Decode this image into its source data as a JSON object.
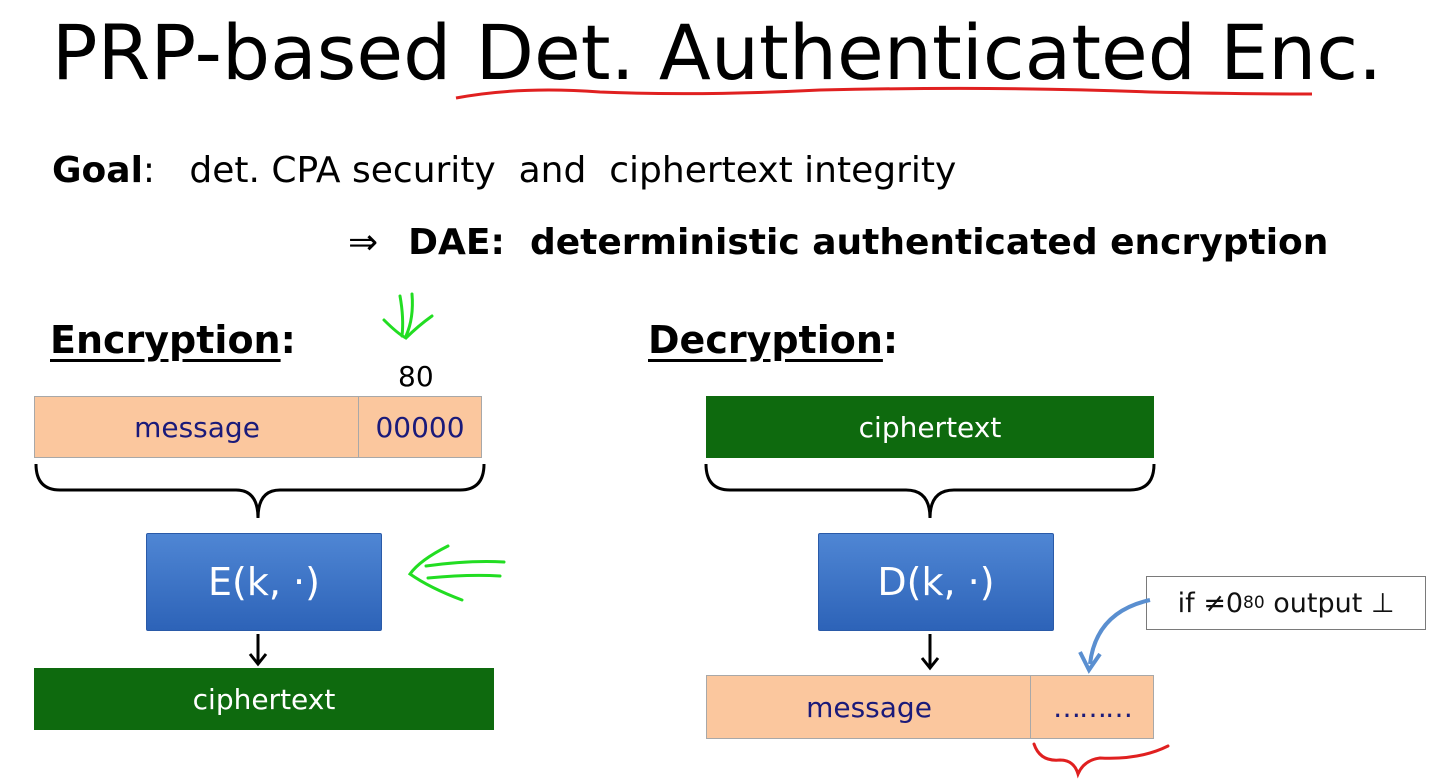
{
  "slide": {
    "title": "PRP-based Det. Authenticated Enc.",
    "goal_label": "Goal",
    "goal_text": ":   det. CPA security  and  ciphertext integrity",
    "implies_symbol": "⇒",
    "dae_text": "DAE:  deterministic authenticated encryption"
  },
  "encryption": {
    "heading": "Encryption",
    "heading_colon": ":",
    "pad_length_label": "80",
    "message_label": "message",
    "pad_label": "00000",
    "function_label": "E(k, ·)",
    "ciphertext_label": "ciphertext"
  },
  "decryption": {
    "heading": "Decryption",
    "heading_colon": ":",
    "ciphertext_label": "ciphertext",
    "function_label": "D(k, ·)",
    "message_label": "message",
    "pad_label": "………",
    "callout_prefix": "if ≠0",
    "callout_sup": "80",
    "callout_suffix": " output ⊥"
  },
  "colors": {
    "peach_box": "#fbc79e",
    "green_box": "#0e6a0e",
    "blue_box": "#3a70c4",
    "red_ink": "#e02020",
    "green_ink": "#22dd22",
    "arrow_blue": "#5a8fd0"
  },
  "annotations": [
    "red-underline-title",
    "green-arrow-down",
    "green-arrow-left",
    "red-brace-pad"
  ]
}
